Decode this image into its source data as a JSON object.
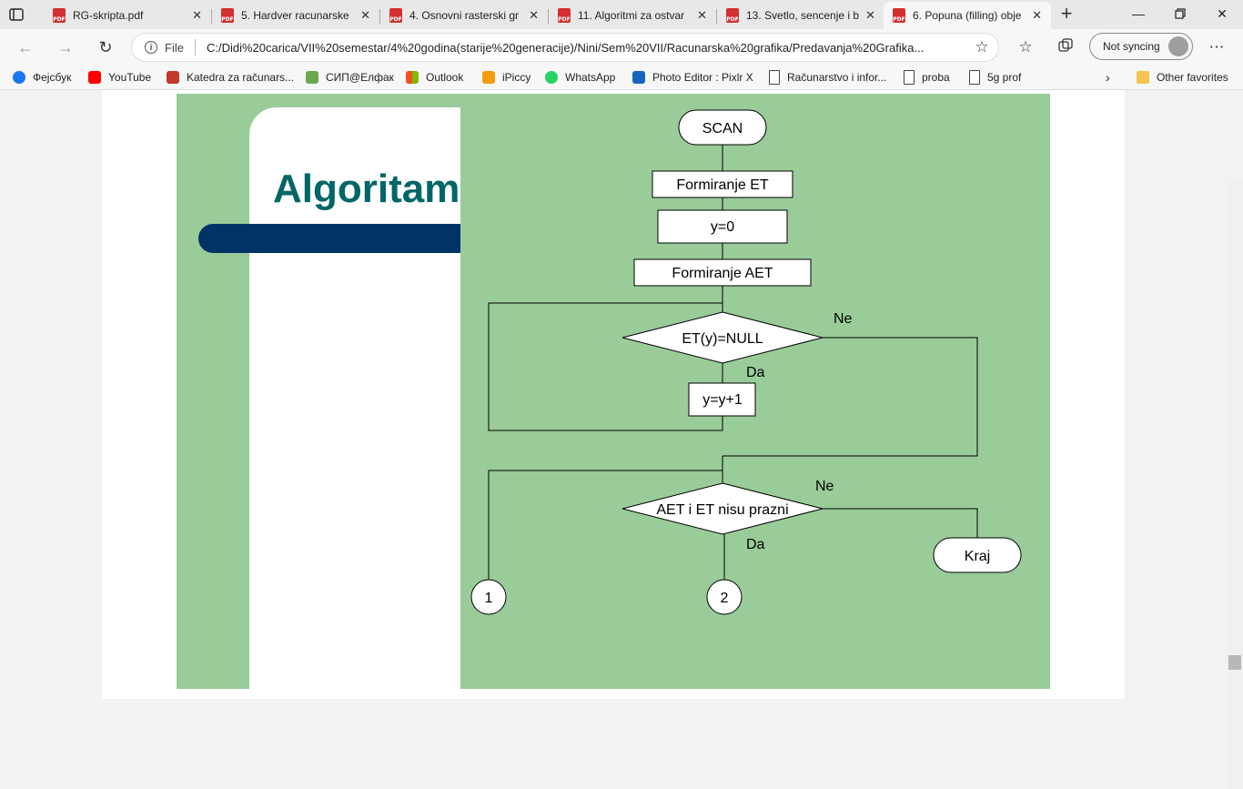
{
  "tabs": [
    {
      "title": "RG-skripta.pdf",
      "active": false
    },
    {
      "title": "5. Hardver racunarske",
      "active": false
    },
    {
      "title": "4. Osnovni rasterski gr",
      "active": false
    },
    {
      "title": "11. Algoritmi za ostvar",
      "active": false
    },
    {
      "title": "13. Svetlo, sencenje i b",
      "active": false
    },
    {
      "title": "6. Popuna (filling) obje",
      "active": true
    }
  ],
  "address": {
    "file_label": "File",
    "url": "C:/Didi%20carica/VII%20semestar/4%20godina(starije%20generacije)/Nini/Sem%20VII/Racunarska%20grafika/Predavanja%20Grafika..."
  },
  "sync_label": "Not syncing",
  "favorites": [
    {
      "label": "Фејсбук",
      "icon": "facebook-icon",
      "color": "#1877f2"
    },
    {
      "label": "YouTube",
      "icon": "youtube-icon",
      "color": "#ff0000"
    },
    {
      "label": "Katedra za računars...",
      "icon": "katedra-icon",
      "color": "#c0392b"
    },
    {
      "label": "СИП@Елфак",
      "icon": "sip-icon",
      "color": "#6aa84f"
    },
    {
      "label": "Outlook",
      "icon": "outlook-icon",
      "color": "#f25022"
    },
    {
      "label": "iPiccy",
      "icon": "ipiccy-icon",
      "color": "#f39c12"
    },
    {
      "label": "WhatsApp",
      "icon": "whatsapp-icon",
      "color": "#25d366"
    },
    {
      "label": "Photo Editor : Pixlr X",
      "icon": "pixlr-icon",
      "color": "#1565c0"
    },
    {
      "label": "Računarstvo i infor...",
      "icon": "page-icon",
      "color": "#ffffff"
    },
    {
      "label": "proba",
      "icon": "page-icon",
      "color": "#ffffff"
    },
    {
      "label": "5g prof",
      "icon": "page-icon",
      "color": "#ffffff"
    }
  ],
  "other_favorites": "Other favorites",
  "slide": {
    "title": "Algoritam",
    "colors": {
      "green": "#99cc99",
      "teal": "#006666",
      "navy": "#003366"
    }
  },
  "flowchart": {
    "start": "SCAN",
    "step1": "Formiranje ET",
    "step2": "y=0",
    "step3": "Formiranje AET",
    "decision1": "ET(y)=NULL",
    "decision1_no": "Ne",
    "decision1_yes": "Da",
    "step4": "y=y+1",
    "decision2": "AET i ET nisu prazni",
    "decision2_no": "Ne",
    "decision2_yes": "Da",
    "end": "Kraj",
    "connector1": "1",
    "connector2": "2"
  }
}
